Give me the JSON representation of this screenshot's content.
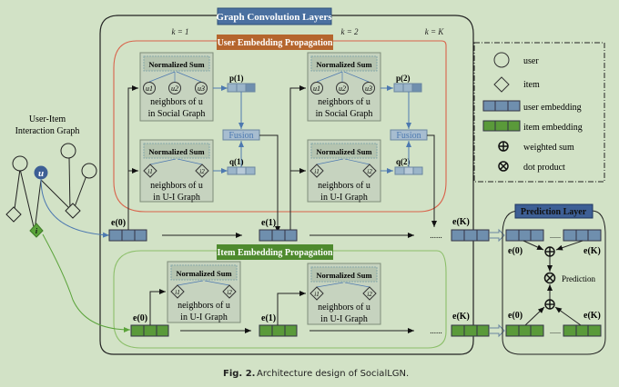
{
  "title_gcl": "Graph Convolution Layers",
  "user_prop_title": "User Embedding Propagation",
  "item_prop_title": "Item Embedding Propagation",
  "prediction_title": "Prediction Layer",
  "layer_labels": {
    "k1": "k = 1",
    "k2": "k = 2",
    "kK": "k = K"
  },
  "interaction_graph": {
    "line1": "User-Item",
    "line2": "Interaction Graph",
    "user_node": "u",
    "item_node": "i"
  },
  "norm_sum": "Normalized Sum",
  "social_caption": {
    "line1": "neighbors of u",
    "line2": "in Social Graph"
  },
  "ui_caption": {
    "line1": "neighbors of u",
    "line2": "in U-I Graph"
  },
  "user_neighbors": [
    "u1",
    "u2",
    "u3"
  ],
  "item_neighbors": [
    "i1",
    "i2"
  ],
  "fusion": "Fusion",
  "embeddings": {
    "p1": "p(1)",
    "q1": "q(1)",
    "p2": "p(2)",
    "q2": "q(2)",
    "eu0": "e(0)",
    "eu1": "e(1)",
    "euK": "e(K)",
    "ei0": "e(0)",
    "ei1": "e(1)",
    "eiK": "e(K)"
  },
  "ellipsis": "......",
  "prediction_label": "Prediction",
  "legend": [
    {
      "icon": "circle",
      "label": "user"
    },
    {
      "icon": "diamond",
      "label": "item"
    },
    {
      "icon": "user-embedding-bar",
      "label": "user embedding"
    },
    {
      "icon": "item-embedding-bar",
      "label": "item embedding"
    },
    {
      "icon": "oplus",
      "label": "weighted sum"
    },
    {
      "icon": "otimes",
      "label": "dot product"
    }
  ],
  "caption": {
    "prefix": "Fig. 2.",
    "text": "Architecture design of SocialLGN."
  },
  "colors": {
    "background": "#d2e2c6",
    "user_blue": "#6f8fae",
    "user_blue_light": "#9bb5c9",
    "item_green": "#5a9a3a",
    "gcl_title": "#4a70a0",
    "user_prop_orange": "#b5652d",
    "item_prop_green": "#4e8a2e",
    "pred_title": "#3d5f95",
    "red_line": "#d9624a",
    "green_line": "#8cbf6a"
  }
}
